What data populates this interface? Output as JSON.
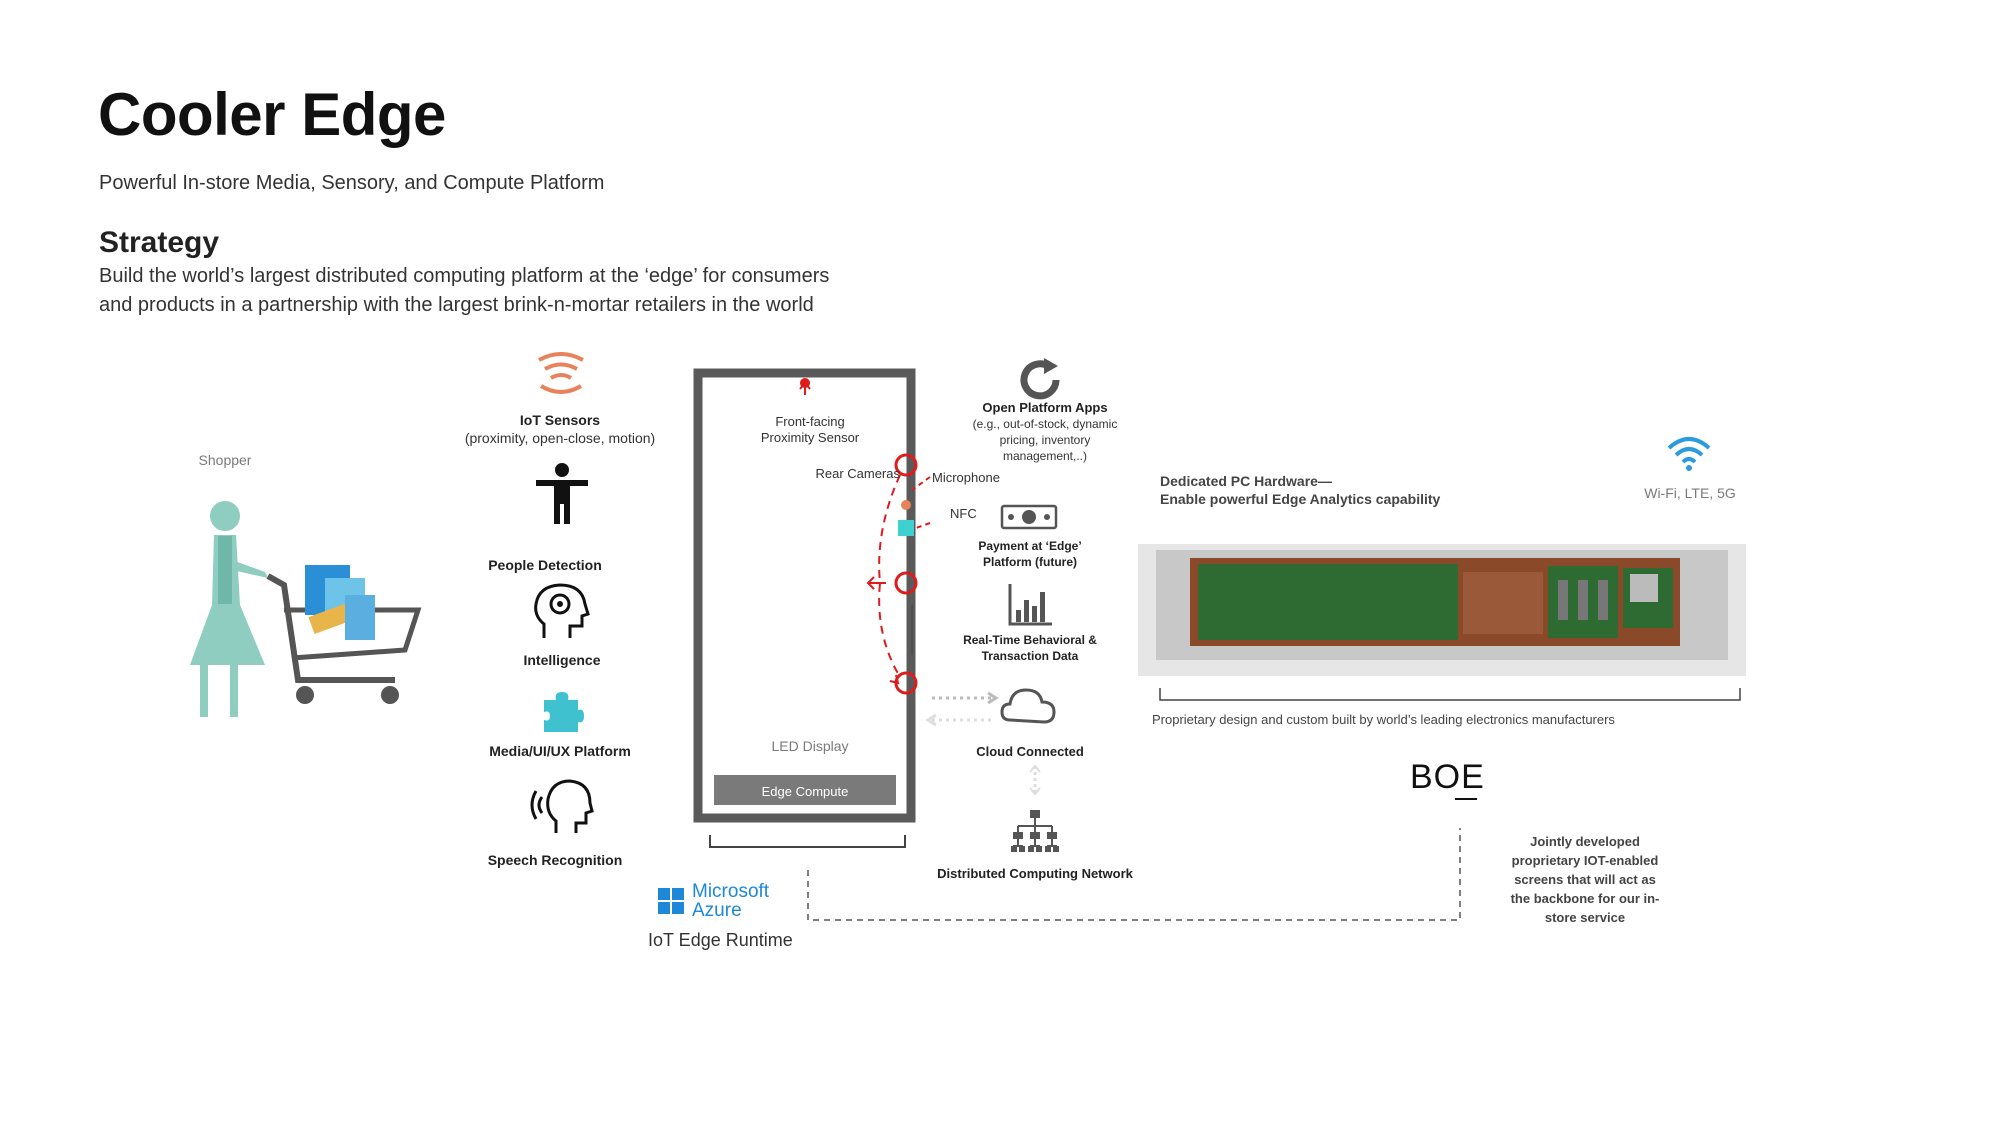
{
  "header": {
    "title": "Cooler Edge",
    "subtitle": "Powerful In-store Media, Sensory, and Compute Platform"
  },
  "strategy": {
    "heading": "Strategy",
    "line1": "Build the world’s largest distributed computing platform at the ‘edge’ for consumers",
    "line2": "and products in a partnership with the largest brink-n-mortar retailers in the world"
  },
  "shopper": {
    "label": "Shopper"
  },
  "capabilities": {
    "iot_sensors": {
      "label": "IoT Sensors",
      "detail": "(proximity, open-close, motion)"
    },
    "people_detection": "People Detection",
    "intelligence": "Intelligence",
    "media_platform": "Media/UI/UX Platform",
    "speech": "Speech Recognition"
  },
  "cooler": {
    "front_sensor_line1": "Front-facing",
    "front_sensor_line2": "Proximity Sensor",
    "rear_cameras": "Rear Cameras",
    "microphone": "Microphone",
    "nfc": "NFC",
    "led_display": "LED Display",
    "edge_compute": "Edge Compute"
  },
  "services": {
    "open_apps_title": "Open Platform Apps",
    "open_apps_line1": "(e.g., out-of-stock, dynamic",
    "open_apps_line2": "pricing, inventory",
    "open_apps_line3": "management,..)",
    "payment_line1": "Payment at ‘Edge’",
    "payment_line2": "Platform (future)",
    "realtime_line1": "Real-Time Behavioral &",
    "realtime_line2": "Transaction Data",
    "cloud": "Cloud Connected",
    "distributed": "Distributed Computing Network"
  },
  "azure": {
    "brand_line1": "Microsoft",
    "brand_line2": "Azure",
    "runtime": "IoT Edge Runtime"
  },
  "hardware": {
    "title_line1": "Dedicated PC Hardware—",
    "title_line2": "Enable powerful Edge Analytics capability",
    "connectivity": "Wi-Fi, LTE, 5G",
    "caption": "Proprietary design and custom built by world’s leading electronics manufacturers"
  },
  "boe": {
    "logo": "BOE",
    "line1": "Jointly developed",
    "line2": "proprietary IOT-enabled",
    "line3": "screens that will act as",
    "line4": "the backbone for our in-",
    "line5": "store service"
  },
  "colors": {
    "accent_orange": "#E8825A",
    "teal": "#8ECDC0",
    "azure_blue": "#1E88D8",
    "wifi_blue": "#2B9BE0",
    "red": "#E01B1B",
    "dark_grey": "#5A5A5A",
    "pcb_green": "#2E6B33"
  }
}
